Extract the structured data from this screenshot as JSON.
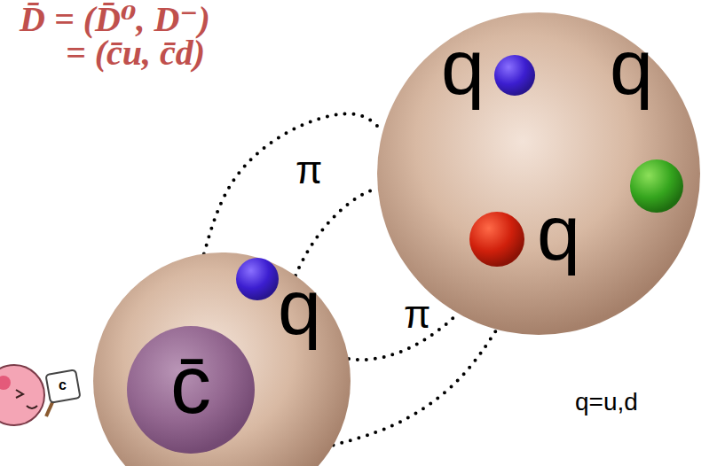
{
  "diagram": {
    "nodes": [
      {
        "text": [
          "q"
        ]
      },
      {
        "text": [
          "c̄"
        ],
        "in": 0
      },
      {
        "text": [
          "q",
          "q",
          "q"
        ]
      }
    ],
    "edges": [
      {
        "from": 0,
        "to": 2,
        "arrow": "none",
        "label": "π"
      },
      {
        "from": 0,
        "to": 2,
        "arrow": "none",
        "label": "π"
      }
    ],
    "labels": [
      "D̄ = (D̄⁰, D⁻)",
      "= (c̄u, c̄d)",
      "q=u,d",
      "c"
    ]
  }
}
